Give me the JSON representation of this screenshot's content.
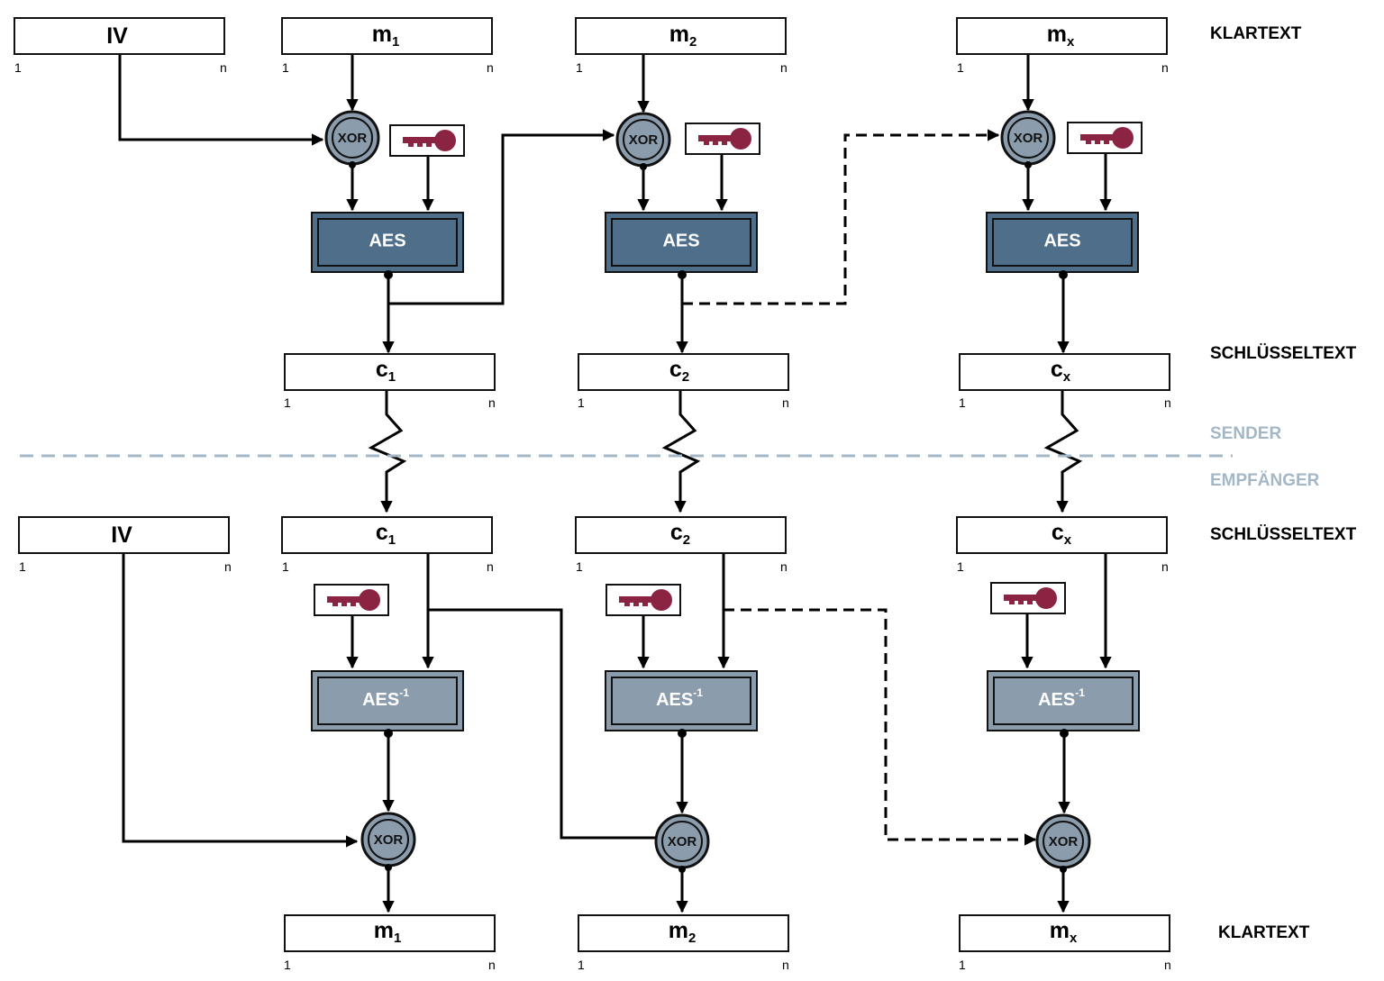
{
  "sections": {
    "klartext_top": "KLARTEXT",
    "schluesseltext_top": "SCHLÜSSELTEXT",
    "sender": "SENDER",
    "empfaenger": "EMPFÄNGER",
    "schluesseltext_bottom": "SCHLÜSSELTEXT",
    "klartext_bottom": "KLARTEXT"
  },
  "blocks": {
    "iv": "IV",
    "m": "m",
    "c": "c",
    "index_start": "1",
    "index_end": "n",
    "sub_1": "1",
    "sub_2": "2",
    "sub_x": "x"
  },
  "ops": {
    "xor": "XOR",
    "aes": "AES",
    "aes_inv": "AES",
    "aes_inv_exp": "-1"
  },
  "colors": {
    "aes_fill": "#4f6e8a",
    "aes_inv_fill": "#8b9cad",
    "xor_fill": "#8b9cad",
    "key": "#8b2343",
    "divider": "#a4b7c7"
  },
  "icons": {
    "key": "key-icon"
  }
}
